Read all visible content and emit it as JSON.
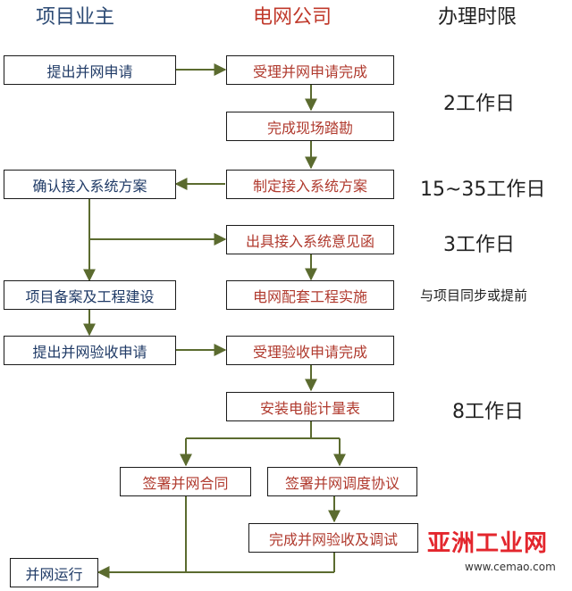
{
  "headers": {
    "owner": "项目业主",
    "grid": "电网公司",
    "time": "办理时限"
  },
  "steps": {
    "apply": "提出并网申请",
    "accept_apply": "受理并网申请完成",
    "survey": "完成现场踏勘",
    "confirm_plan": "确认接入系统方案",
    "make_plan": "制定接入系统方案",
    "issue_opinion": "出具接入系统意见函",
    "filing_build": "项目备案及工程建设",
    "grid_supporting": "电网配套工程实施",
    "apply_acceptance": "提出并网验收申请",
    "accept_acceptance": "受理验收申请完成",
    "install_meter": "安装电能计量表",
    "sign_contract": "签署并网合同",
    "sign_dispatch": "签署并网调度协议",
    "complete_acceptance": "完成并网验收及调试",
    "operation": "并网运行"
  },
  "durations": {
    "d1": "2工作日",
    "d2": "15~35工作日",
    "d3": "3工作日",
    "d4": "与项目同步或提前",
    "d5": "8工作日"
  },
  "watermark": {
    "brand": "亚洲工业网",
    "url": "www.cemao.com"
  },
  "colors": {
    "arrow": "#5b6b2f",
    "owner_text": "#1f3a66",
    "grid_text": "#b03a2e",
    "box_border": "#1a1a1a",
    "watermark": "#e3262d"
  }
}
